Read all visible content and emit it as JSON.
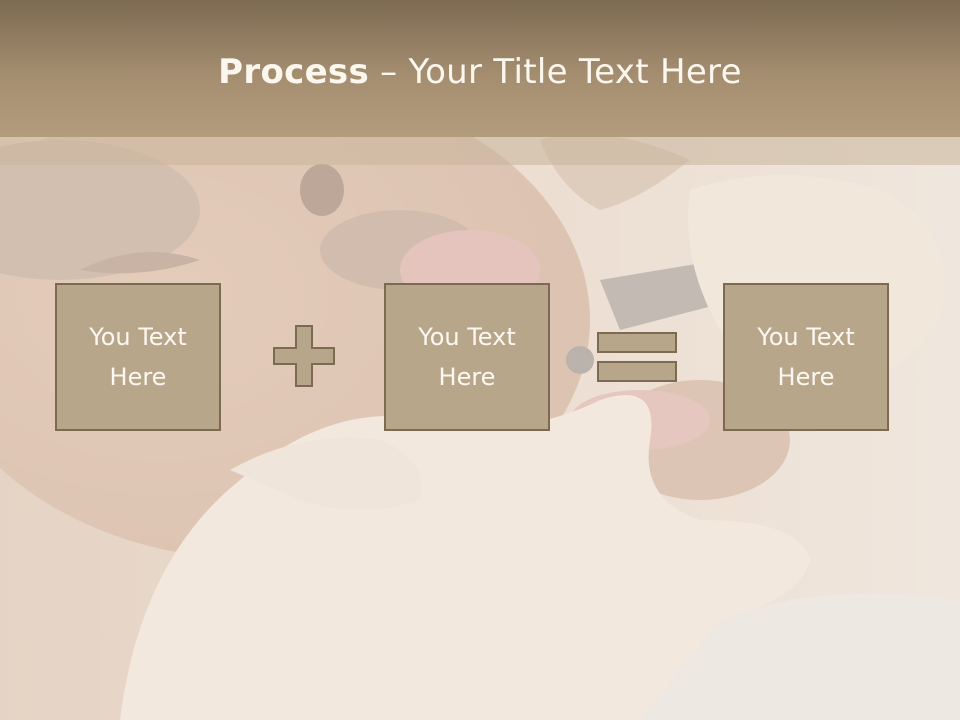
{
  "title": {
    "bold": "Process",
    "separator": " – ",
    "rest": "Your Title Text Here"
  },
  "boxes": [
    {
      "label": "You Text\nHere"
    },
    {
      "label": "You Text\nHere"
    },
    {
      "label": "You Text\nHere"
    }
  ],
  "operators": [
    "plus",
    "equals"
  ],
  "colors": {
    "title_bar": "#a58e70",
    "box_fill": "#b8a68b",
    "box_border": "#7c6a53",
    "box_text": "#fcf8f1",
    "title_text": "#fbf6ee"
  }
}
